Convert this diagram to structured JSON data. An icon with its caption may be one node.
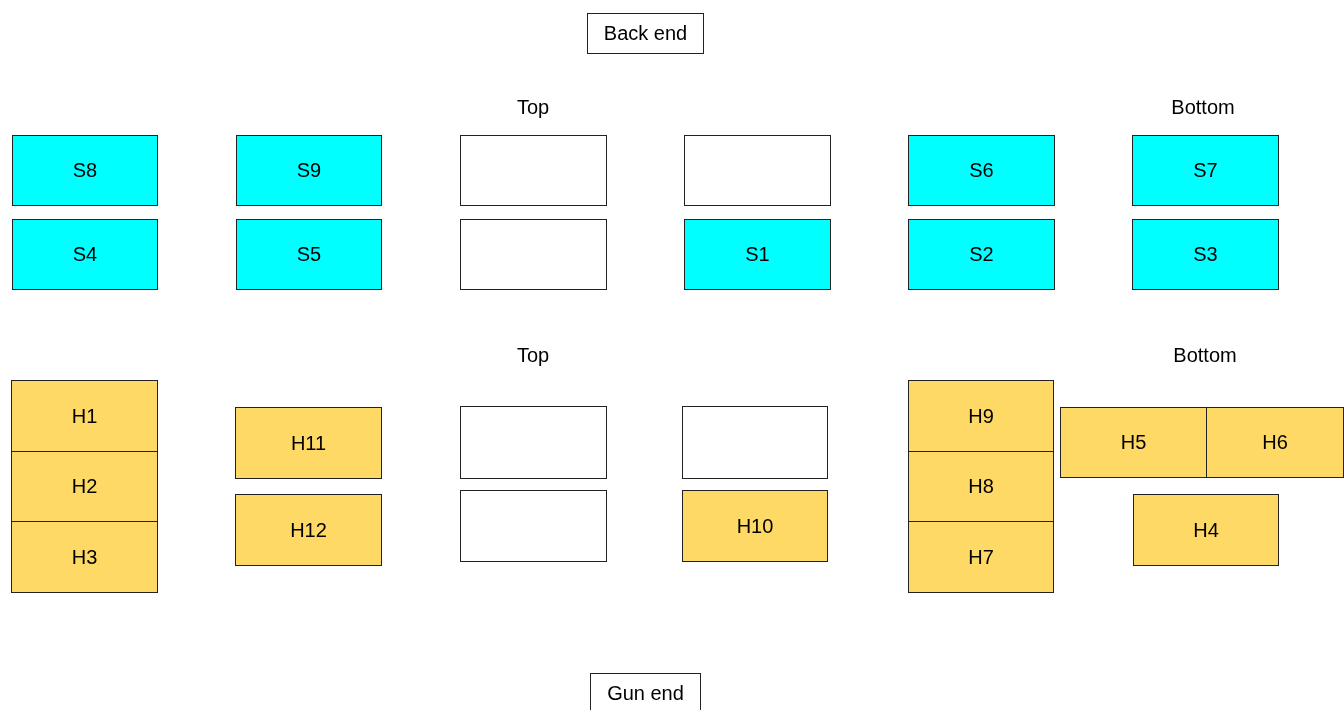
{
  "diagram": {
    "nodes": [
      {
        "text": [
          "Back end"
        ]
      },
      {
        "text": [
          "S8"
        ]
      },
      {
        "text": [
          "S9"
        ]
      },
      {
        "text": [],
        "shape": "box"
      },
      {
        "text": [],
        "shape": "box"
      },
      {
        "text": [
          "S6"
        ]
      },
      {
        "text": [
          "S7"
        ]
      },
      {
        "text": [
          "S4"
        ]
      },
      {
        "text": [
          "S5"
        ]
      },
      {
        "text": [],
        "shape": "box"
      },
      {
        "text": [
          "S1"
        ]
      },
      {
        "text": [
          "S2"
        ]
      },
      {
        "text": [
          "S3"
        ]
      },
      {
        "text": [
          "H1"
        ]
      },
      {
        "text": [
          "H11"
        ]
      },
      {
        "text": [],
        "shape": "box"
      },
      {
        "text": [],
        "shape": "box"
      },
      {
        "text": [
          "H9"
        ]
      },
      {
        "text": [
          "H5"
        ]
      },
      {
        "text": [
          "H6"
        ]
      },
      {
        "text": [
          "H2"
        ]
      },
      {
        "text": [
          "H12"
        ]
      },
      {
        "text": [],
        "shape": "box"
      },
      {
        "text": [
          "H10"
        ]
      },
      {
        "text": [
          "H8"
        ]
      },
      {
        "text": [
          "H4"
        ]
      },
      {
        "text": [
          "H3"
        ]
      },
      {
        "text": [
          "H7"
        ]
      },
      {
        "text": [
          "Gun end"
        ]
      }
    ],
    "edges": [],
    "labels": [
      "Top",
      "Bottom",
      "Top",
      "Bottom"
    ]
  }
}
